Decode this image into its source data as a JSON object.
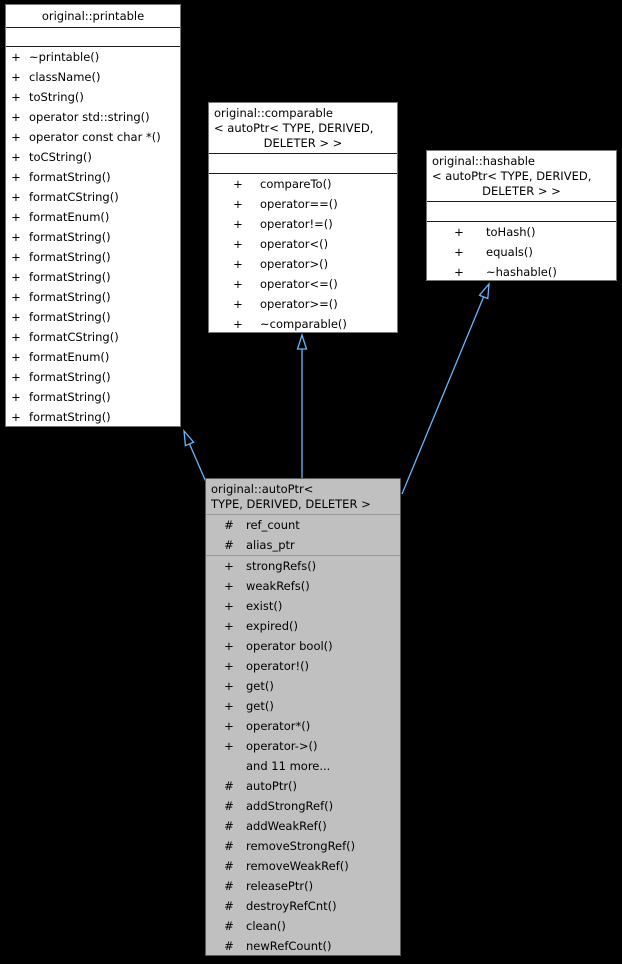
{
  "diagram_type": "uml-class-inheritance-diagram",
  "colors": {
    "background": "#000000",
    "box_fill": "#ffffff",
    "highlight_fill": "#c0c0c0",
    "arrow": "#63B8FF",
    "text": "#000000"
  },
  "classes": {
    "printable": {
      "title_lines": [
        {
          "text": "original::printable",
          "align": "center"
        }
      ],
      "attributes": [],
      "methods": [
        {
          "vis": "+",
          "name": "~printable()"
        },
        {
          "vis": "+",
          "name": "className()"
        },
        {
          "vis": "+",
          "name": "toString()"
        },
        {
          "vis": "+",
          "name": "operator std::string()"
        },
        {
          "vis": "+",
          "name": "operator const char *()"
        },
        {
          "vis": "+",
          "name": "toCString()"
        },
        {
          "vis": "+",
          "name": "formatString()"
        },
        {
          "vis": "+",
          "name": "formatCString()"
        },
        {
          "vis": "+",
          "name": "formatEnum()"
        },
        {
          "vis": "+",
          "name": "formatString()"
        },
        {
          "vis": "+",
          "name": "formatString()"
        },
        {
          "vis": "+",
          "name": "formatString()"
        },
        {
          "vis": "+",
          "name": "formatString()"
        },
        {
          "vis": "+",
          "name": "formatString()"
        },
        {
          "vis": "+",
          "name": "formatCString()"
        },
        {
          "vis": "+",
          "name": "formatEnum()"
        },
        {
          "vis": "+",
          "name": "formatString()"
        },
        {
          "vis": "+",
          "name": "formatString()"
        },
        {
          "vis": "+",
          "name": "formatString()"
        }
      ]
    },
    "comparable": {
      "title_lines": [
        {
          "text": "original::comparable",
          "align": "left"
        },
        {
          "text": "< autoPtr< TYPE, DERIVED,",
          "align": "left"
        },
        {
          "text": "DELETER > >",
          "align": "center"
        }
      ],
      "attributes": [],
      "methods": [
        {
          "vis": "+",
          "name": "compareTo()"
        },
        {
          "vis": "+",
          "name": "operator==()"
        },
        {
          "vis": "+",
          "name": "operator!=()"
        },
        {
          "vis": "+",
          "name": "operator<()"
        },
        {
          "vis": "+",
          "name": "operator>()"
        },
        {
          "vis": "+",
          "name": "operator<=()"
        },
        {
          "vis": "+",
          "name": "operator>=()"
        },
        {
          "vis": "+",
          "name": "~comparable()"
        }
      ]
    },
    "hashable": {
      "title_lines": [
        {
          "text": "original::hashable",
          "align": "left"
        },
        {
          "text": "< autoPtr< TYPE, DERIVED,",
          "align": "left"
        },
        {
          "text": "DELETER > >",
          "align": "center"
        }
      ],
      "attributes": [],
      "methods": [
        {
          "vis": "+",
          "name": "toHash()"
        },
        {
          "vis": "+",
          "name": "equals()"
        },
        {
          "vis": "+",
          "name": "~hashable()"
        }
      ]
    },
    "autoptr": {
      "title_lines": [
        {
          "text": "original::autoPtr<",
          "align": "left"
        },
        {
          "text": "TYPE, DERIVED, DELETER >",
          "align": "left"
        }
      ],
      "attributes": [
        {
          "vis": "#",
          "name": "ref_count"
        },
        {
          "vis": "#",
          "name": "alias_ptr"
        }
      ],
      "methods": [
        {
          "vis": "+",
          "name": "strongRefs()"
        },
        {
          "vis": "+",
          "name": "weakRefs()"
        },
        {
          "vis": "+",
          "name": "exist()"
        },
        {
          "vis": "+",
          "name": "expired()"
        },
        {
          "vis": "+",
          "name": "operator bool()"
        },
        {
          "vis": "+",
          "name": "operator!()"
        },
        {
          "vis": "+",
          "name": "get()"
        },
        {
          "vis": "+",
          "name": "get()"
        },
        {
          "vis": "+",
          "name": "operator*()"
        },
        {
          "vis": "+",
          "name": "operator->()"
        },
        {
          "vis": "",
          "name": "and 11 more..."
        },
        {
          "vis": "#",
          "name": "autoPtr()"
        },
        {
          "vis": "#",
          "name": "addStrongRef()"
        },
        {
          "vis": "#",
          "name": "addWeakRef()"
        },
        {
          "vis": "#",
          "name": "removeStrongRef()"
        },
        {
          "vis": "#",
          "name": "removeWeakRef()"
        },
        {
          "vis": "#",
          "name": "releasePtr()"
        },
        {
          "vis": "#",
          "name": "destroyRefCnt()"
        },
        {
          "vis": "#",
          "name": "clean()"
        },
        {
          "vis": "#",
          "name": "newRefCount()"
        }
      ]
    }
  },
  "edges": [
    {
      "from": "original::autoPtr< TYPE, DERIVED, DELETER >",
      "to": "original::printable",
      "type": "public-inheritance"
    },
    {
      "from": "original::autoPtr< TYPE, DERIVED, DELETER >",
      "to": "original::comparable< autoPtr< TYPE, DERIVED, DELETER > >",
      "type": "public-inheritance"
    },
    {
      "from": "original::autoPtr< TYPE, DERIVED, DELETER >",
      "to": "original::hashable< autoPtr< TYPE, DERIVED, DELETER > >",
      "type": "public-inheritance"
    }
  ]
}
